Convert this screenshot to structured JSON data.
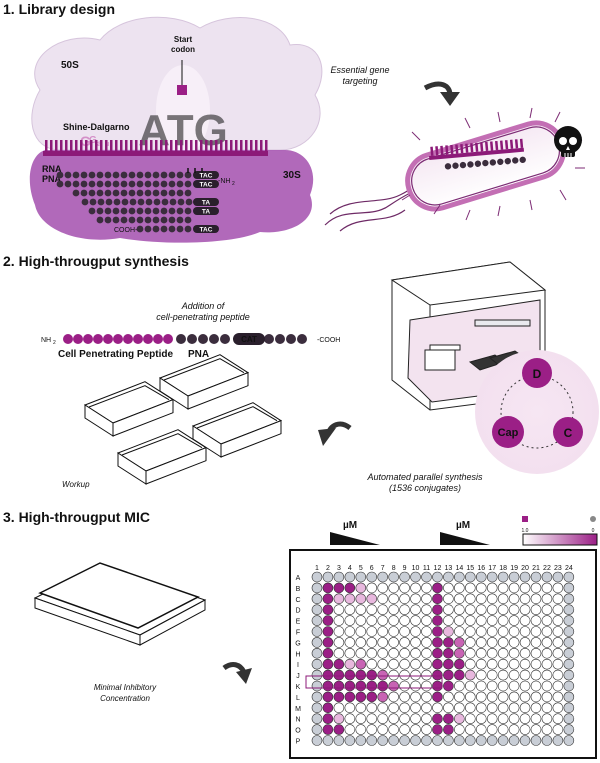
{
  "sections": {
    "library": {
      "title": "1. Library design",
      "label_50s": "50S",
      "label_30s": "30S",
      "start_codon": [
        "Start",
        "codon"
      ],
      "shine_dalgarno": "Shine-Dalgarno",
      "rna": "RNA",
      "pna": "PNA",
      "nh2": "-NH",
      "nh2_sub": "2",
      "cooh": "COOH-",
      "essential": [
        "Essential gene",
        "targeting"
      ],
      "logo_atg": "ATG"
    },
    "synthesis": {
      "title": "2. High-througput synthesis",
      "addition": [
        "Addition of",
        "cell-penetrating peptide"
      ],
      "nh2": "NH",
      "nh2_sub": "2",
      "cooh": "-COOH",
      "cat": "CAT",
      "cpp": "Cell Penetrating Peptide",
      "pna": "PNA",
      "workup": "Workup",
      "automated": [
        "Automated parallel synthesis",
        "(1536 conjugates)"
      ],
      "cycle": [
        "D",
        "C",
        "Cap"
      ]
    },
    "mic": {
      "title": "3. High-througput MIC",
      "minimal": [
        "Minimal Inhibitory",
        "Concentration"
      ],
      "um1": "µM",
      "um2": "µM",
      "scale_max": "1.0",
      "scale_min": "0",
      "rows": [
        "A",
        "B",
        "C",
        "D",
        "E",
        "F",
        "G",
        "H",
        "I",
        "J",
        "K",
        "L",
        "M",
        "N",
        "O",
        "P"
      ],
      "cols": [
        "1",
        "2",
        "3",
        "4",
        "5",
        "6",
        "7",
        "8",
        "9",
        "10",
        "11",
        "12",
        "13",
        "14",
        "15",
        "16",
        "17",
        "18",
        "19",
        "20",
        "21",
        "22",
        "23",
        "24"
      ],
      "plate": [
        "000000000000000000000000",
        "033310000003000000000000",
        "031111000003000000000000",
        "030000000003000000000000",
        "030000000003000000000000",
        "030000000003100000000000",
        "030000000003320000000000",
        "030000000003320000000000",
        "033120000003330000000000",
        "033333200003331000000000",
        "033333320003300000000000",
        "033333200003000000000000",
        "030000000000000000000000",
        "031000000003310000000000",
        "033000000003300000000000",
        "000000000000000000000000"
      ]
    }
  },
  "colors": {
    "magenta": "#9b1f86",
    "light_magenta": "#c864b4",
    "pale_magenta": "#e8b8de",
    "dark_dot": "#3b2d3d",
    "grey_well": "#c9ced6",
    "ribosome_50s": "#ede3f0",
    "ribosome_30s": "#a34fae"
  }
}
